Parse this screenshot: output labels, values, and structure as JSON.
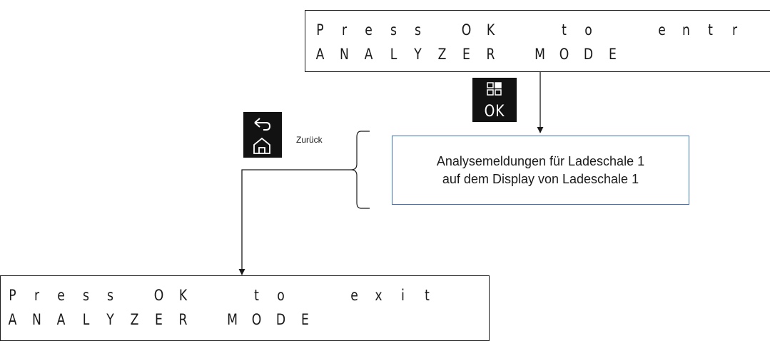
{
  "top_display": {
    "line1": "Press OK to entr",
    "line1_chars": [
      "P",
      "r",
      "e",
      "s",
      "s",
      " ",
      "O",
      "K",
      " ",
      " ",
      "t",
      "o",
      " ",
      " ",
      "e",
      "n",
      "t",
      "r"
    ],
    "line2": "ANALYZER MODE",
    "line2_chars": [
      "A",
      "N",
      "A",
      "L",
      "Y",
      "Z",
      "E",
      "R",
      " ",
      "M",
      "O",
      "D",
      "E"
    ]
  },
  "ok_key": {
    "label": "OK",
    "icon": "grid-icon"
  },
  "back_key": {
    "icons": [
      "back-arrow-icon",
      "home-icon"
    ]
  },
  "back_label": "Zurück",
  "message": {
    "line1": "Analysemeldungen für Ladeschale 1",
    "line2": "auf dem Display von Ladeschale 1"
  },
  "bottom_display": {
    "line1": "Press OK to exit",
    "line1_chars": [
      "P",
      "r",
      "e",
      "s",
      "s",
      " ",
      "O",
      "K",
      " ",
      " ",
      "t",
      "o",
      " ",
      " ",
      "e",
      "x",
      "i",
      "t"
    ],
    "line2": "ANALYZER MODE",
    "line2_chars": [
      "A",
      "N",
      "A",
      "L",
      "Y",
      "Z",
      "E",
      "R",
      " ",
      "M",
      "O",
      "D",
      "E"
    ]
  },
  "colors": {
    "ink": "#1a1a1a",
    "key_bg": "#121212",
    "box_border": "#3a6fc0"
  }
}
